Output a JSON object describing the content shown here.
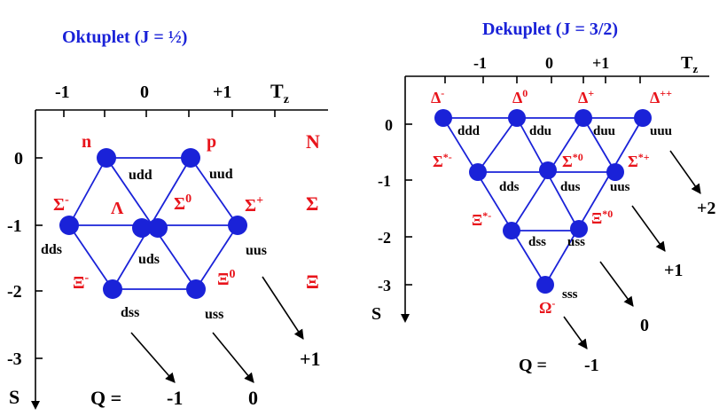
{
  "octet": {
    "title": "Oktuplet (J = ½)",
    "axis_x": "T",
    "axis_x_sub": "z",
    "axis_y": "S",
    "tz_ticks": [
      "-1",
      "0",
      "+1"
    ],
    "s_ticks": [
      "0",
      "-1",
      "-2",
      "-3"
    ],
    "row_labels": [
      "N",
      "Σ",
      "Ξ"
    ],
    "q_prefix": "Q =",
    "q_values": [
      "-1",
      "0",
      "+1"
    ],
    "particles": [
      {
        "name": "n",
        "sup": "",
        "quarks": "udd"
      },
      {
        "name": "p",
        "sup": "",
        "quarks": "uud"
      },
      {
        "name": "Σ",
        "sup": "-",
        "quarks": "dds"
      },
      {
        "name": "Λ",
        "sup": "",
        "quarks": ""
      },
      {
        "name": "Σ",
        "sup": "0",
        "quarks": "uds"
      },
      {
        "name": "Σ",
        "sup": "+",
        "quarks": "uus"
      },
      {
        "name": "Ξ",
        "sup": "-",
        "quarks": "dss"
      },
      {
        "name": "Ξ",
        "sup": "0",
        "quarks": "uss"
      }
    ]
  },
  "decuplet": {
    "title": "Dekuplet (J = 3/2)",
    "axis_x": "T",
    "axis_x_sub": "z",
    "axis_y": "S",
    "tz_ticks": [
      "-1",
      "0",
      "+1"
    ],
    "s_ticks": [
      "0",
      "-1",
      "-2",
      "-3"
    ],
    "q_prefix": "Q =",
    "q_values": [
      "-1",
      "0",
      "+1",
      "+2"
    ],
    "particles": [
      {
        "name": "Δ",
        "sup": "-",
        "quarks": "ddd"
      },
      {
        "name": "Δ",
        "sup": "0",
        "quarks": "ddu"
      },
      {
        "name": "Δ",
        "sup": "+",
        "quarks": "duu"
      },
      {
        "name": "Δ",
        "sup": "++",
        "quarks": "uuu"
      },
      {
        "name": "Σ",
        "sup": "*-",
        "quarks": "dds"
      },
      {
        "name": "Σ",
        "sup": "*0",
        "quarks": "dus"
      },
      {
        "name": "Σ",
        "sup": "*+",
        "quarks": "uus"
      },
      {
        "name": "Ξ",
        "sup": "*-",
        "quarks": "dss"
      },
      {
        "name": "Ξ",
        "sup": "*0",
        "quarks": "uss"
      },
      {
        "name": "Ω",
        "sup": "-",
        "quarks": "sss"
      }
    ]
  }
}
